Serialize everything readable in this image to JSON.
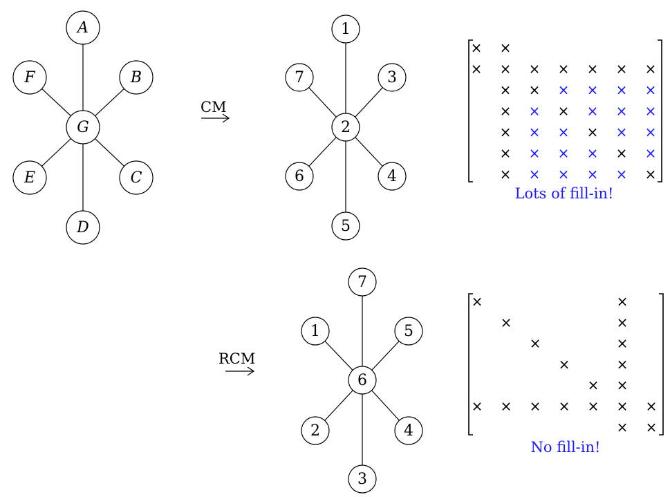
{
  "colors": {
    "black": "#000000",
    "fill_in_blue": "#1a1aff"
  },
  "original_graph": {
    "nodes": [
      {
        "id": "A",
        "label": "A"
      },
      {
        "id": "B",
        "label": "B"
      },
      {
        "id": "C",
        "label": "C"
      },
      {
        "id": "D",
        "label": "D"
      },
      {
        "id": "E",
        "label": "E"
      },
      {
        "id": "F",
        "label": "F"
      },
      {
        "id": "G",
        "label": "G"
      }
    ],
    "edges": [
      [
        "G",
        "A"
      ],
      [
        "G",
        "B"
      ],
      [
        "G",
        "C"
      ],
      [
        "G",
        "D"
      ],
      [
        "G",
        "E"
      ],
      [
        "G",
        "F"
      ]
    ]
  },
  "cm": {
    "arrow_label": "CM",
    "nodes": [
      {
        "id": "1",
        "label": "1"
      },
      {
        "id": "2",
        "label": "2"
      },
      {
        "id": "3",
        "label": "3"
      },
      {
        "id": "4",
        "label": "4"
      },
      {
        "id": "5",
        "label": "5"
      },
      {
        "id": "6",
        "label": "6"
      },
      {
        "id": "7",
        "label": "7"
      }
    ],
    "edges": [
      [
        "2",
        "1"
      ],
      [
        "2",
        "3"
      ],
      [
        "2",
        "4"
      ],
      [
        "2",
        "5"
      ],
      [
        "2",
        "6"
      ],
      [
        "2",
        "7"
      ]
    ],
    "matrix": {
      "symbol": "×",
      "rows": [
        [
          "x",
          "x",
          "",
          "",
          "",
          "",
          ""
        ],
        [
          "x",
          "x",
          "x",
          "x",
          "x",
          "x",
          "x"
        ],
        [
          "",
          "x",
          "x",
          "b",
          "b",
          "b",
          "b"
        ],
        [
          "",
          "x",
          "b",
          "x",
          "b",
          "b",
          "b"
        ],
        [
          "",
          "x",
          "b",
          "b",
          "x",
          "b",
          "b"
        ],
        [
          "",
          "x",
          "b",
          "b",
          "b",
          "x",
          "b"
        ],
        [
          "",
          "x",
          "b",
          "b",
          "b",
          "b",
          "x"
        ]
      ],
      "caption": "Lots of fill-in!"
    }
  },
  "rcm": {
    "arrow_label": "RCM",
    "nodes": [
      {
        "id": "1",
        "label": "1"
      },
      {
        "id": "2",
        "label": "2"
      },
      {
        "id": "3",
        "label": "3"
      },
      {
        "id": "4",
        "label": "4"
      },
      {
        "id": "5",
        "label": "5"
      },
      {
        "id": "6",
        "label": "6"
      },
      {
        "id": "7",
        "label": "7"
      }
    ],
    "edges": [
      [
        "6",
        "1"
      ],
      [
        "6",
        "2"
      ],
      [
        "6",
        "3"
      ],
      [
        "6",
        "4"
      ],
      [
        "6",
        "5"
      ],
      [
        "6",
        "7"
      ]
    ],
    "matrix": {
      "symbol": "×",
      "rows": [
        [
          "x",
          "",
          "",
          "",
          "",
          "x",
          ""
        ],
        [
          "",
          "x",
          "",
          "",
          "",
          "x",
          ""
        ],
        [
          "",
          "",
          "x",
          "",
          "",
          "x",
          ""
        ],
        [
          "",
          "",
          "",
          "x",
          "",
          "x",
          ""
        ],
        [
          "",
          "",
          "",
          "",
          "x",
          "x",
          ""
        ],
        [
          "x",
          "x",
          "x",
          "x",
          "x",
          "x",
          "x"
        ],
        [
          "",
          "",
          "",
          "",
          "",
          "x",
          "x"
        ]
      ],
      "caption": "No fill-in!"
    }
  }
}
